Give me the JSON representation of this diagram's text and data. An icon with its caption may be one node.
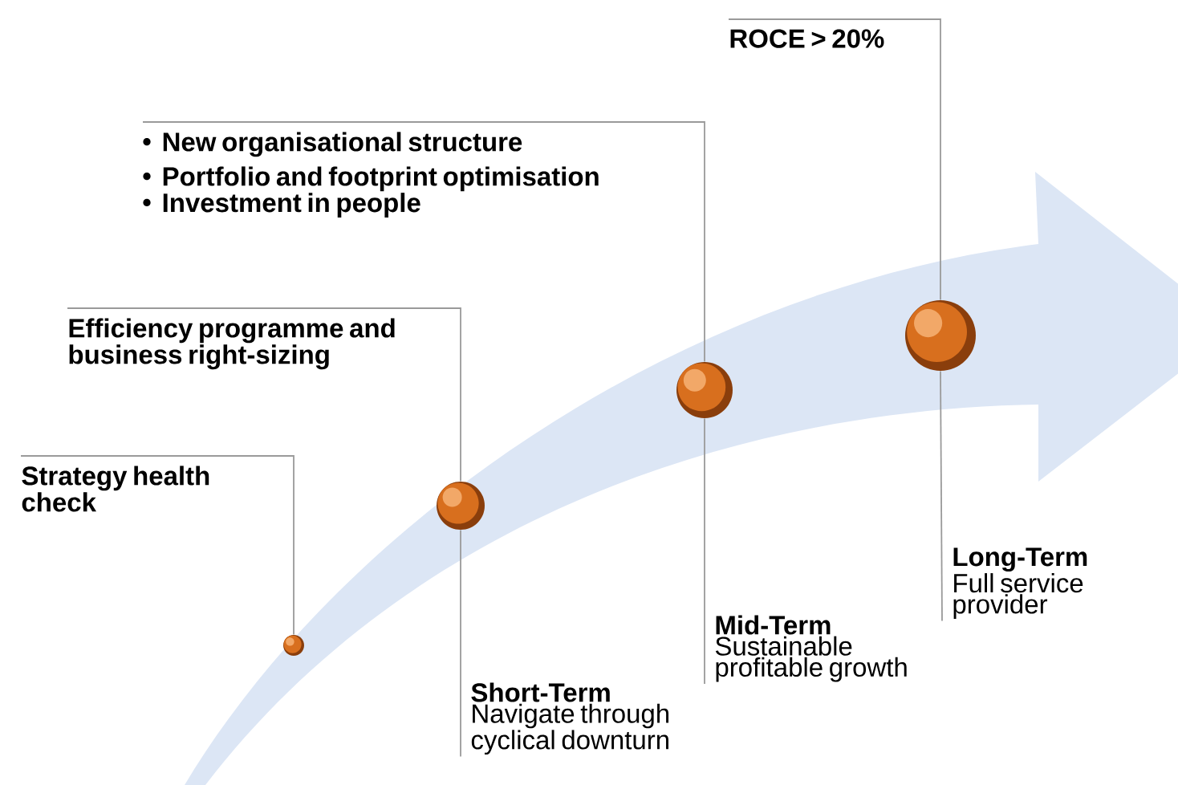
{
  "diagram": {
    "nodes": [
      {
        "text": [
          "Strategy health check"
        ]
      },
      {
        "text": [],
        "shape": "circle"
      },
      {
        "text": [
          "Efficiency programme and business right-sizing"
        ]
      },
      {
        "text": [],
        "shape": "circle"
      },
      {
        "text": [
          "New organisational structure",
          "Portfolio and footprint optimisation",
          "Investment in people"
        ]
      },
      {
        "text": [],
        "shape": "circle"
      },
      {
        "text": [
          "ROCE > 20%"
        ]
      },
      {
        "text": [],
        "shape": "circle"
      },
      {
        "text": [
          "Short-Term",
          "Navigate through cyclical downturn"
        ]
      },
      {
        "text": [
          "Mid-Term",
          "Sustainable profitable growth"
        ]
      },
      {
        "text": [
          "Long-Term",
          "Full service provider"
        ]
      }
    ],
    "edges": [
      {
        "from": 0,
        "to": 1,
        "arrow": "none"
      },
      {
        "from": 2,
        "to": 3,
        "arrow": "none"
      },
      {
        "from": 4,
        "to": 5,
        "arrow": "none"
      },
      {
        "from": 6,
        "to": 7,
        "arrow": "none"
      },
      {
        "from": 8,
        "to": 3,
        "arrow": "none"
      },
      {
        "from": 9,
        "to": 5,
        "arrow": "none"
      },
      {
        "from": 10,
        "to": 7,
        "arrow": "none"
      }
    ]
  }
}
